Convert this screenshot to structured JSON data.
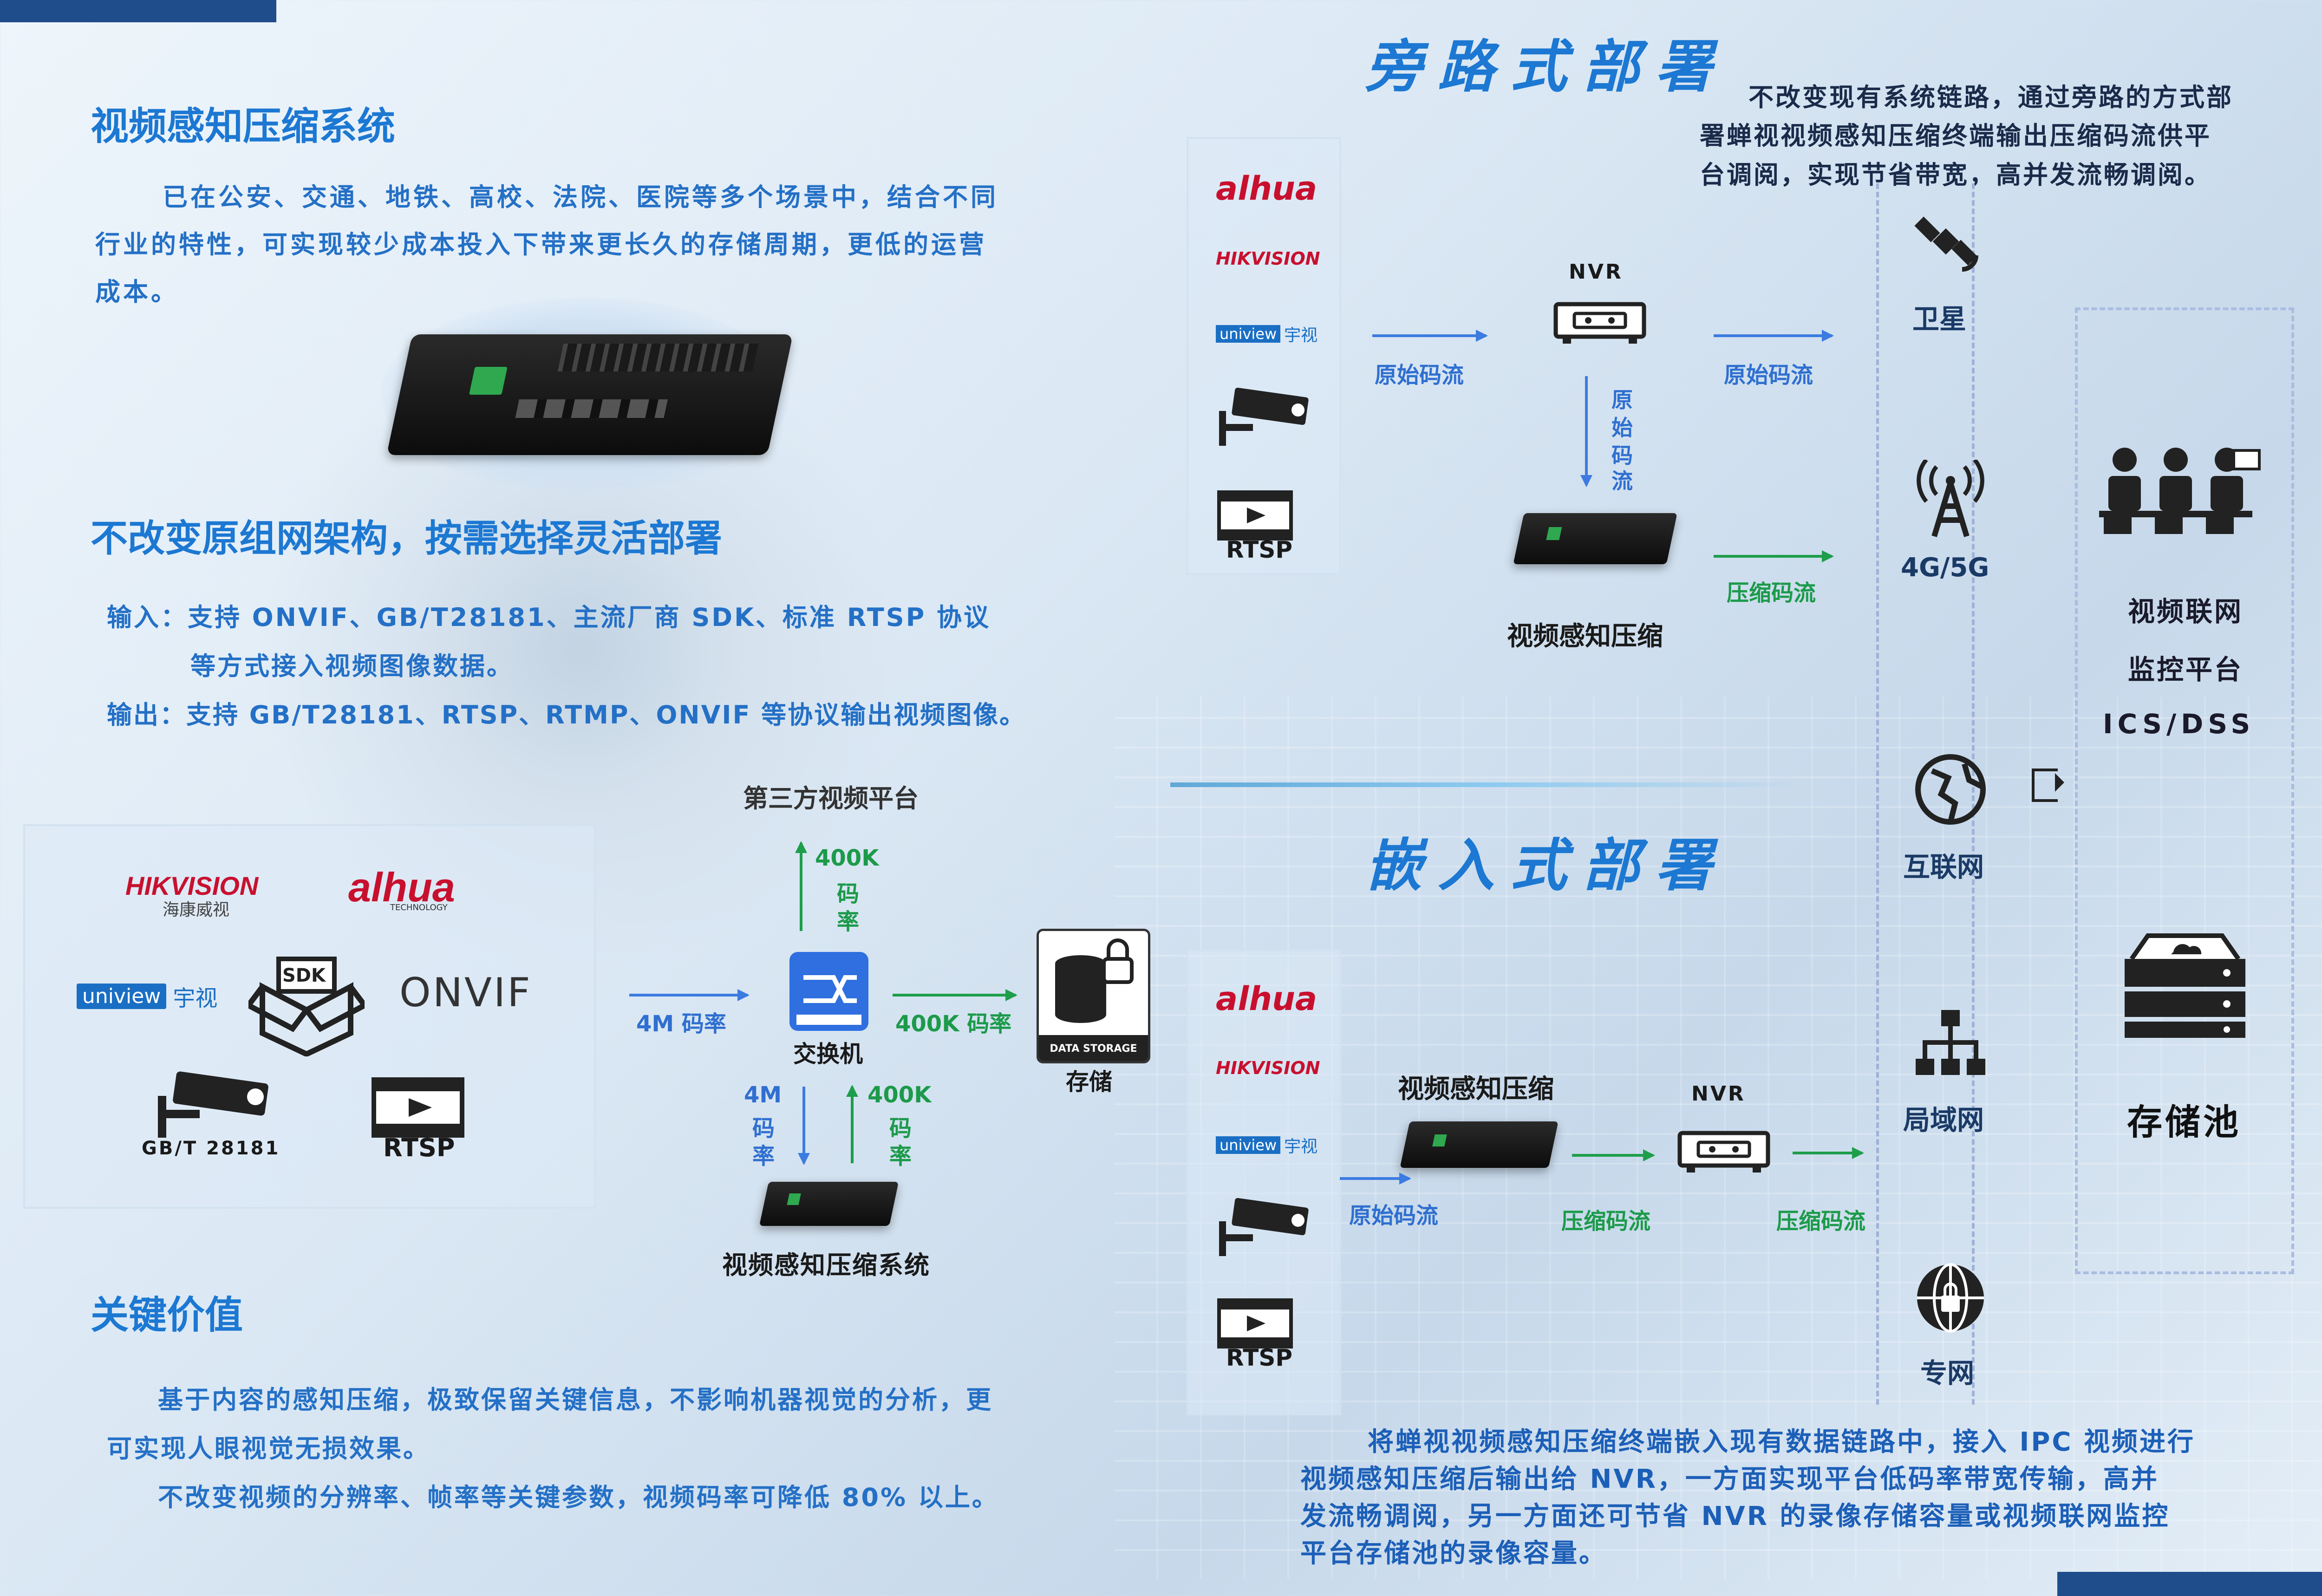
{
  "left": {
    "section1": {
      "title": "视频感知压缩系统",
      "paragraph_lines": [
        "已在公安、交通、地铁、高校、法院、医院等多个场景中，结合不同",
        "行业的特性，可实现较少成本投入下带来更长久的存储周期，更低的运营",
        "成本。"
      ]
    },
    "section2": {
      "title": "不改变原组网架构，按需选择灵活部署",
      "input_line1": "输入：支持 ONVIF、GB/T28181、主流厂商 SDK、标准 RTSP 协议",
      "input_line2": "等方式接入视频图像数据。",
      "output_line": "输出：支持 GB/T28181、RTSP、RTMP、ONVIF 等协议输出视频图像。"
    },
    "diagram": {
      "third_party": "第三方视频平台",
      "brands": {
        "hikvision": "HIKVISION",
        "hikvision_cn": "海康威视",
        "dahua": "alhua",
        "dahua_sub": "TECHNOLOGY",
        "uniview": "uniview",
        "uniview_cn": "宇视",
        "onvif": "ONVIF",
        "sdk": "SDK",
        "gbt": "GB/T 28181",
        "rtsp": "RTSP"
      },
      "rate_4m": "4M 码率",
      "rate_400k_h": "400K 码率",
      "switch_label": "交换机",
      "storage_label": "存储",
      "storage_box": "DATA STORAGE",
      "up_400k": [
        "400K",
        "码",
        "率"
      ],
      "down_4m": [
        "4M",
        "码",
        "率"
      ],
      "up_400k_2": [
        "400K",
        "码",
        "率"
      ],
      "system_label": "视频感知压缩系统"
    },
    "section3": {
      "title": "关键价值",
      "line1": "基于内容的感知压缩，极致保留关键信息，不影响机器视觉的分析，更",
      "line2": "可实现人眼视觉无损效果。",
      "line3": "不改变视频的分辨率、帧率等关键参数，视频码率可降低 80% 以上。"
    }
  },
  "right": {
    "bypass": {
      "title": "旁路式部署",
      "desc_lines": [
        "不改变现有系统链路，通过旁路的方式部",
        "署蝉视视频感知压缩终端输出压缩码流供平",
        "台调阅，实现节省带宽，高并发流畅调阅。"
      ],
      "nvr": "NVR",
      "raw1": "原始码流",
      "raw2": "原始码流",
      "raw_vertical": [
        "原",
        "始",
        "码",
        "流"
      ],
      "compressed": "压缩码流",
      "device_label": "视频感知压缩",
      "rtsp": "RTSP"
    },
    "embedded": {
      "title": "嵌入式部署",
      "device_label": "视频感知压缩",
      "nvr": "NVR",
      "raw": "原始码流",
      "compressed1": "压缩码流",
      "compressed2": "压缩码流",
      "rtsp": "RTSP",
      "desc_lines": [
        "将蝉视视频感知压缩终端嵌入现有数据链路中，接入 IPC 视频进行",
        "视频感知压缩后输出给 NVR，一方面实现平台低码率带宽传输，高并",
        "发流畅调阅，另一方面还可节省 NVR 的录像存储容量或视频联网监控",
        "平台存储池的录像容量。"
      ]
    },
    "networks": {
      "satellite": "卫星",
      "cellular": "4G/5G",
      "internet": "互联网",
      "lan": "局域网",
      "private": "专网"
    },
    "platform": {
      "line1": "视频联网",
      "line2": "监控平台",
      "line3": "ICS/DSS",
      "storage_pool": "存储池"
    }
  },
  "colors": {
    "accent_blue": "#1c78d2",
    "text_blue": "#2470c6",
    "green": "#1e9e4b",
    "navy": "#1f4d8b"
  }
}
